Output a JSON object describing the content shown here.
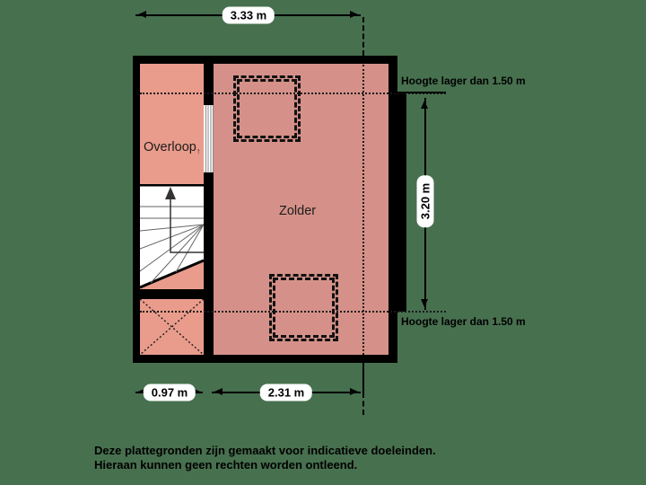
{
  "colors": {
    "background": "#47704f",
    "wall": "#000000",
    "room_overloop": "#ea9c8c",
    "room_zolder": "#d59189",
    "label_box": "#ffffff",
    "text": "#000000"
  },
  "rooms": {
    "overloop": {
      "label": "Overloop",
      "marker": "↑"
    },
    "zolder": {
      "label": "Zolder"
    }
  },
  "dimensions": {
    "width_total": "3.33 m",
    "height_inner": "3.20 m",
    "width_left": "0.97 m",
    "width_right": "2.31 m"
  },
  "annotations": {
    "height_note_top": "Hoogte lager dan 1.50 m",
    "height_note_bottom": "Hoogte lager dan 1.50 m"
  },
  "disclaimer": {
    "line1": "Deze plattegronden zijn gemaakt voor indicatieve doeleinden.",
    "line2": "Hieraan kunnen geen rechten worden ontleend."
  }
}
